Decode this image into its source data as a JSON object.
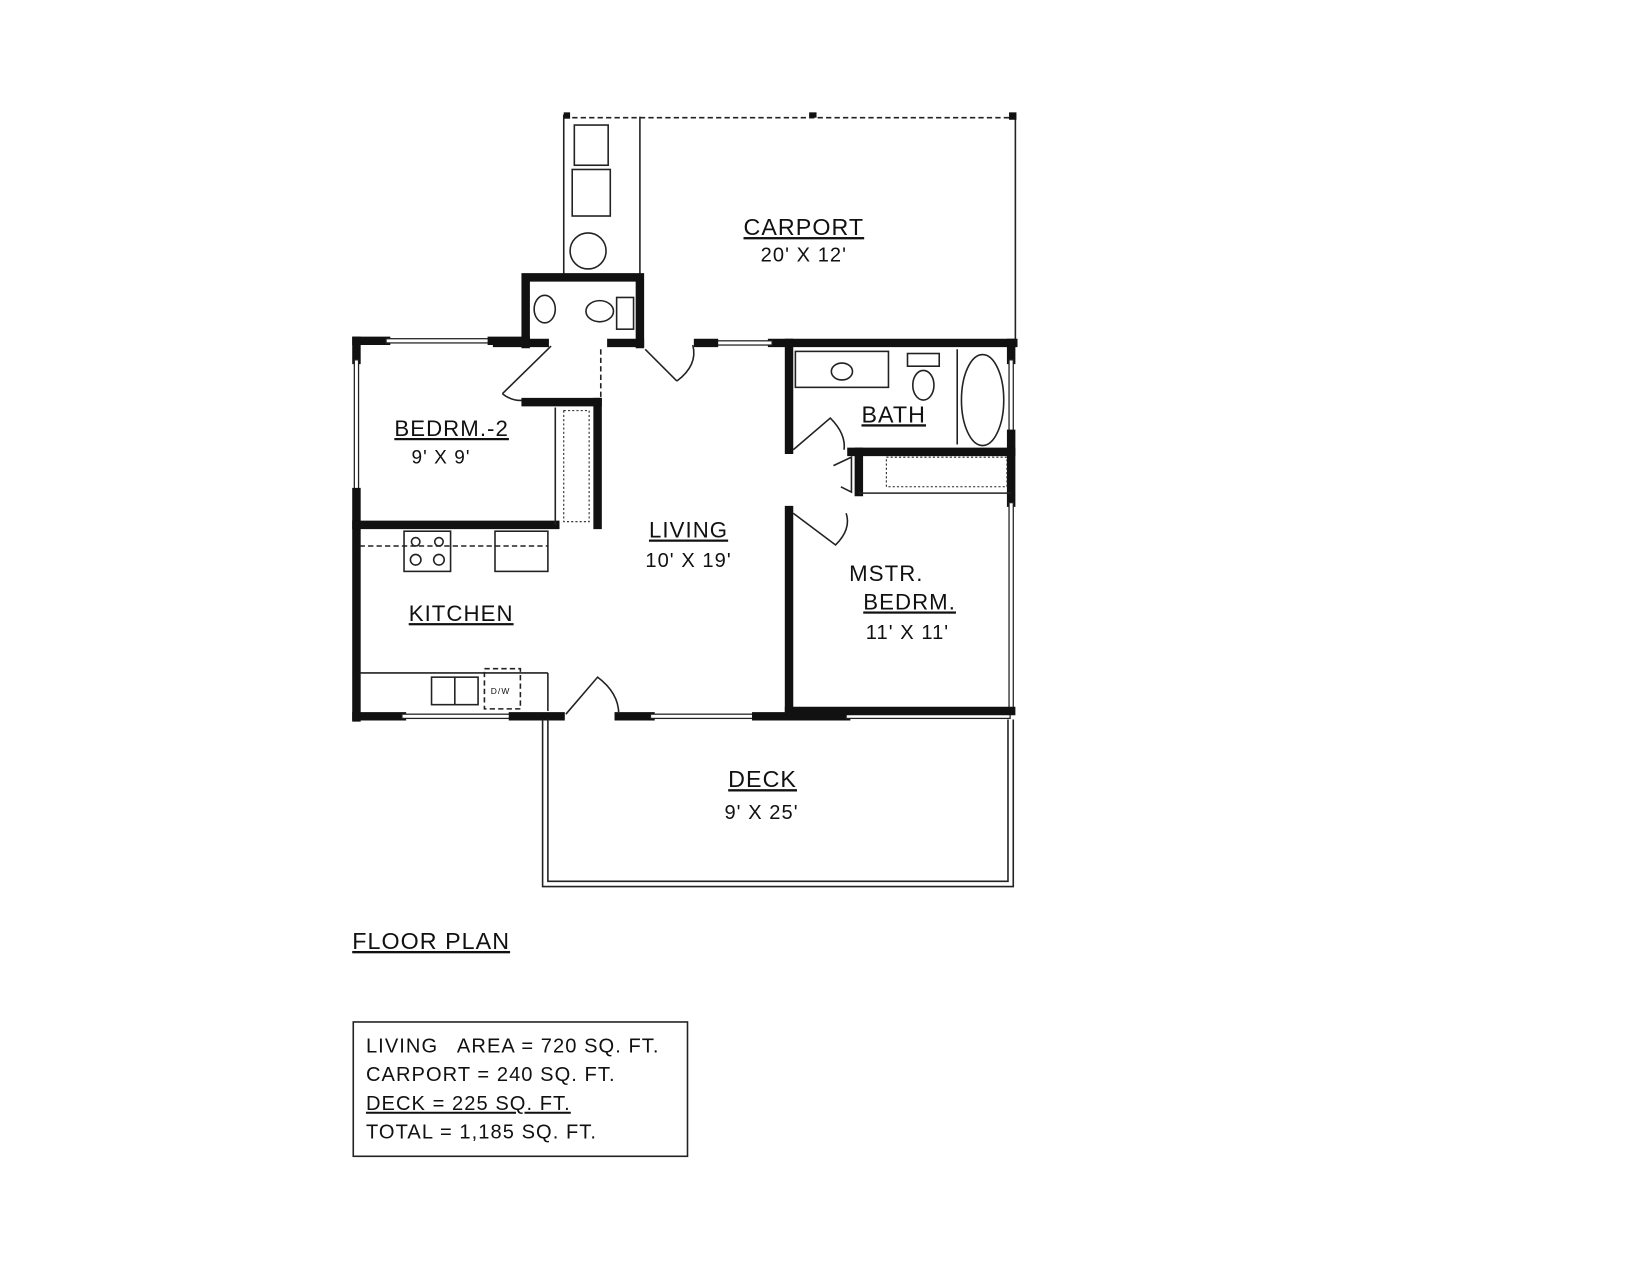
{
  "drawing": {
    "title": "FLOOR PLAN",
    "rooms": [
      {
        "name": "CARPORT",
        "size": "20' X 12'"
      },
      {
        "name": "BEDRM.-2",
        "size": "9' X 9'"
      },
      {
        "name": "LIVING",
        "size": "10' X 19'"
      },
      {
        "name": "BATH",
        "size": ""
      },
      {
        "name": "MSTR.",
        "name2": "BEDRM.",
        "size": "11' X 11'"
      },
      {
        "name": "KITCHEN",
        "size": ""
      },
      {
        "name": "DECK",
        "size": "9' X 25'"
      }
    ],
    "fixture_labels": {
      "dishwasher": "D/W"
    },
    "area_table": [
      "LIVING   AREA = 720 SQ. FT.",
      "CARPORT = 240 SQ. FT.",
      "DECK = 225 SQ. FT.",
      "TOTAL = 1,185 SQ. FT."
    ],
    "colors": {
      "ink": "#111111",
      "paper": "#ffffff"
    }
  }
}
